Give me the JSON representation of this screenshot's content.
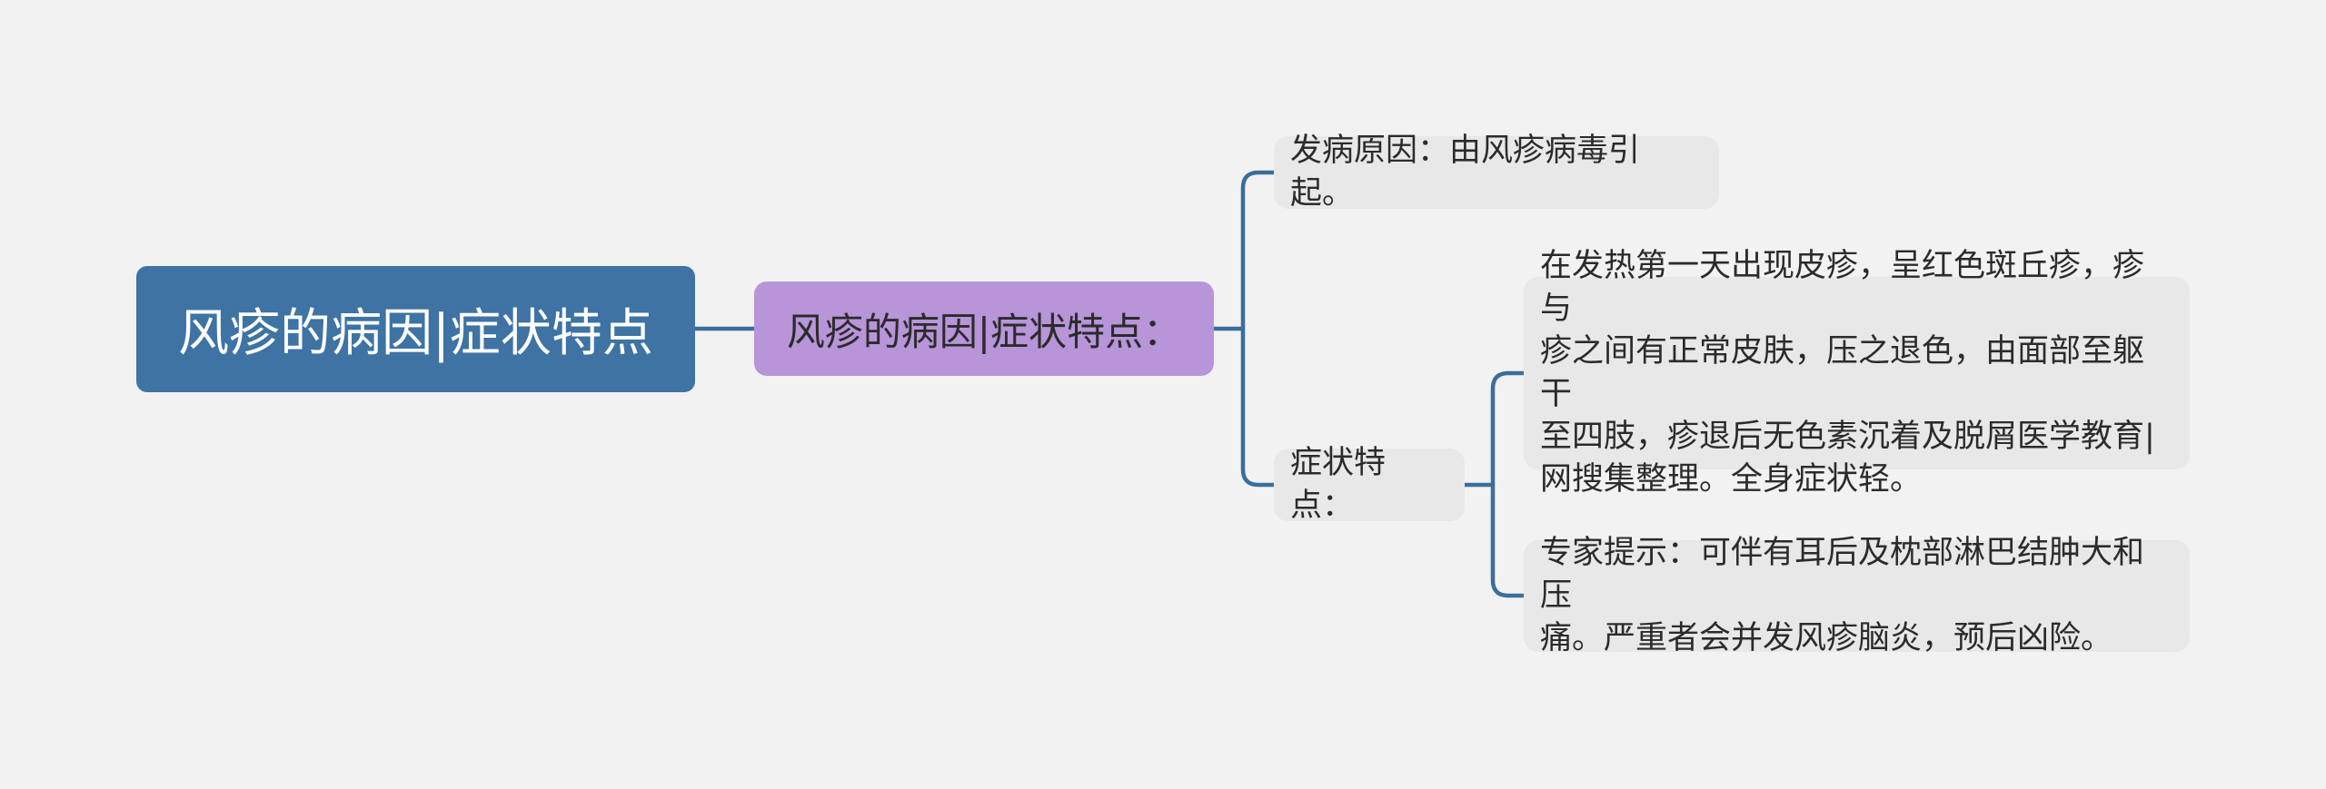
{
  "colors": {
    "background": "#f2f2f2",
    "root_fill": "#3e73a4",
    "level1_fill": "#b795d8",
    "leaf_fill": "#e8e8e8",
    "connector": "#3a6e9c"
  },
  "mindmap": {
    "root": {
      "label": "风疹的病因|症状特点"
    },
    "branch": {
      "label": "风疹的病因|症状特点："
    },
    "children": [
      {
        "label": "发病原因：由风疹病毒引起。"
      },
      {
        "label": "症状特点：",
        "children": [
          {
            "label": "在发热第一天出现皮疹，呈红色斑丘疹，疹与\n疹之间有正常皮肤，压之退色，由面部至躯干\n至四肢，疹退后无色素沉着及脱屑医学教育|\n网搜集整理。全身症状轻。"
          },
          {
            "label": "专家提示：可伴有耳后及枕部淋巴结肿大和压\n痛。严重者会并发风疹脑炎，预后凶险。"
          }
        ]
      }
    ]
  }
}
